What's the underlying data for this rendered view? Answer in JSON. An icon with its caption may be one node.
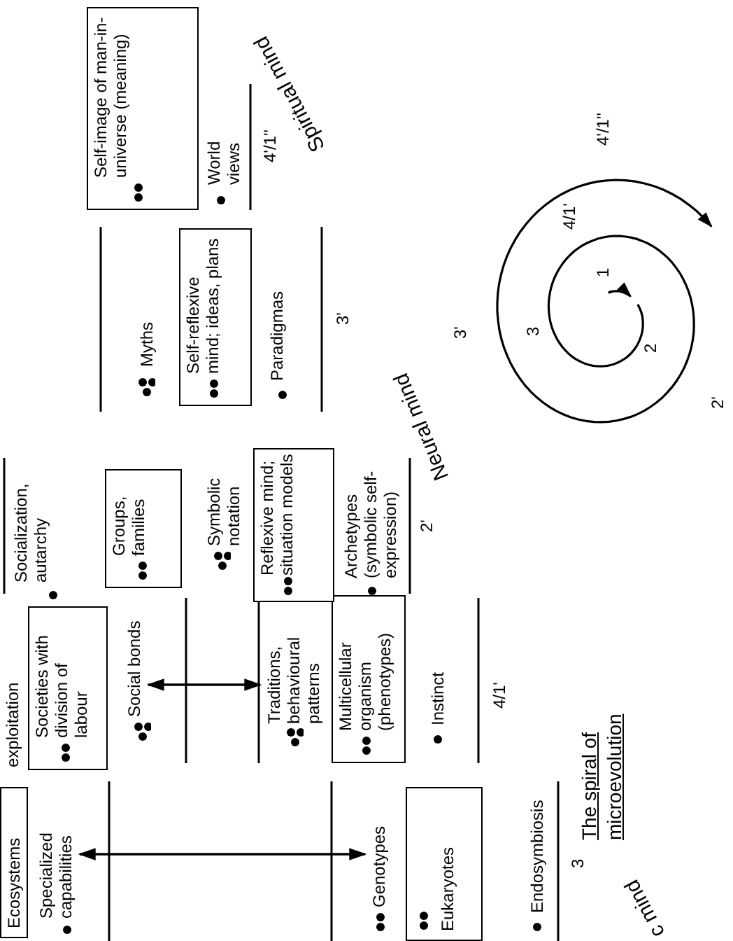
{
  "diagram": {
    "title": "The spiral of microevolution",
    "nodes": [
      {
        "text": [
          "Ecosystems"
        ]
      },
      {
        "text": [
          "Specialized capabilities"
        ]
      },
      {
        "text": [
          "Genotypes"
        ]
      },
      {
        "text": [
          "Eukaryotes"
        ]
      },
      {
        "text": [
          "Societies with division of labour"
        ]
      },
      {
        "text": [
          "Social bonds"
        ]
      },
      {
        "text": [
          "Traditions, behavioural patterns"
        ]
      },
      {
        "text": [
          "Multicellular organism (phenotypes)"
        ]
      },
      {
        "text": [
          "Groups, families"
        ]
      },
      {
        "text": [
          "Reflexive mind; situation models"
        ]
      },
      {
        "text": [
          "Self-reflexive mind; ideas, plans"
        ]
      },
      {
        "text": [
          "Self-image of man-in-universe (meaning)"
        ]
      }
    ],
    "edges": [
      {
        "from": 1,
        "to": 2,
        "arrow": "both"
      },
      {
        "from": 5,
        "to": 6,
        "arrow": "both"
      }
    ],
    "labels": [
      "exploitation",
      "Socialization, autarchy",
      "Symbolic notation",
      "Archetypes (symbolic self-expression)",
      "Myths",
      "Paradigmas",
      "World views",
      "Endosymbiosis",
      "3",
      "Instinct",
      "4/1'",
      "2'",
      "3'",
      "4'/1''",
      "Spiritual mind",
      "Neural mind",
      "c mind",
      "4'/1''",
      "4/1'",
      "1",
      "3",
      "3'",
      "2",
      "2'"
    ]
  }
}
